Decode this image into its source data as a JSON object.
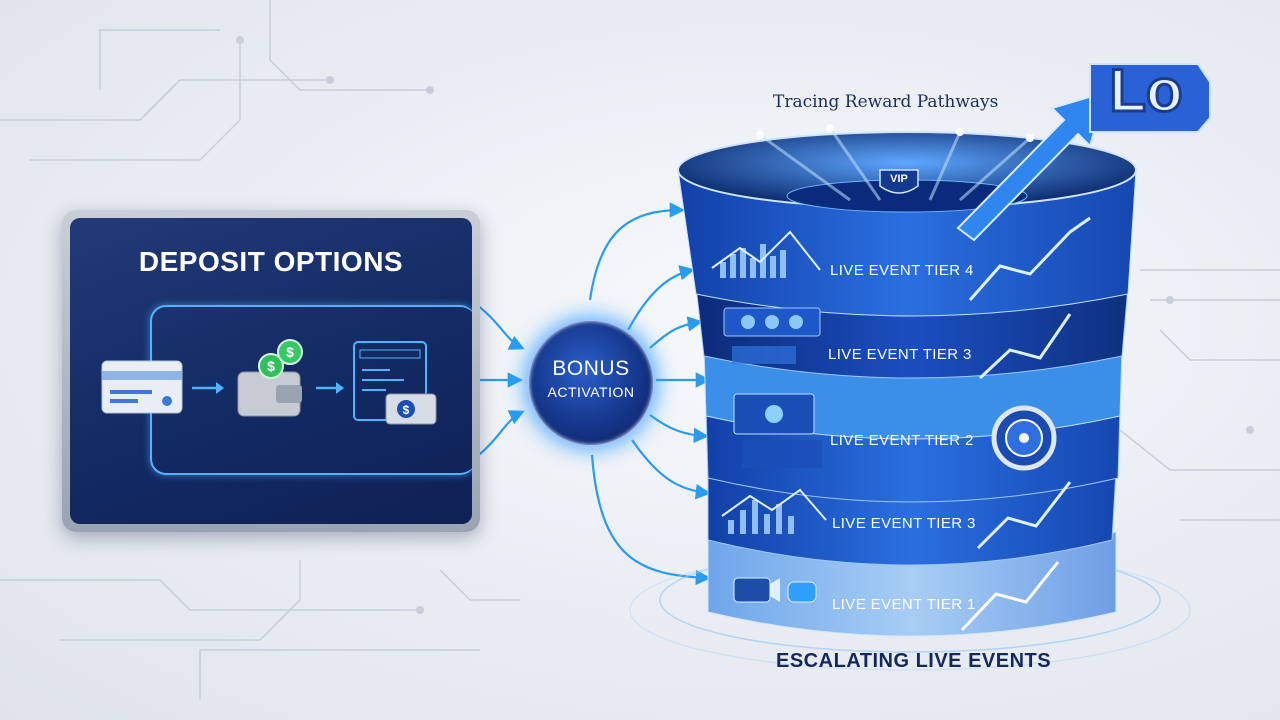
{
  "deposit": {
    "title": "DEPOSIT OPTIONS",
    "steps": [
      {
        "icon": "credit-card-icon"
      },
      {
        "icon": "wallet-with-coins-icon"
      },
      {
        "icon": "online-payment-icon"
      }
    ]
  },
  "bonus": {
    "line1": "BONUS",
    "line2": "ACTIVATION"
  },
  "funnel": {
    "heading": "Tracing Reward Pathways",
    "footer": "ESCALATING LIVE EVENTS",
    "vip_badge": "VIP",
    "logo": "Lo",
    "tiers": [
      {
        "label": "LIVE EVENT TIER 4",
        "icon": "bar-chart-icon"
      },
      {
        "label": "LIVE EVENT TIER 3",
        "icon": "crowd-icon"
      },
      {
        "label": "LIVE EVENT TIER 2",
        "icon": "roulette-wheel-icon"
      },
      {
        "label": "LIVE EVENT TIER 3",
        "icon": "bar-chart-icon"
      },
      {
        "label": "LIVE EVENT TIER 1",
        "icon": "video-chat-icon"
      }
    ]
  },
  "colors": {
    "panel_navy": "#132a63",
    "accent_cyan": "#4fb4ff",
    "funnel_blue": "#1f5fd6",
    "funnel_light": "#7ab3ee"
  }
}
